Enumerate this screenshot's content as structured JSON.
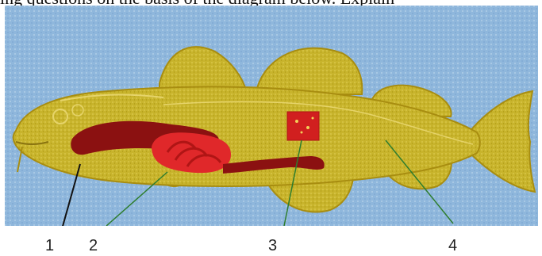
{
  "top_text": "ing questions on the basis of the diagram below. Explain",
  "labels": [
    "1",
    "2",
    "3",
    "4"
  ],
  "colors": {
    "water": "#8fb7dc",
    "fish_body": "#c9b52c",
    "fish_outline": "#a88d10",
    "organ_dark": "#8b1111",
    "organ_light": "#e0282a"
  }
}
